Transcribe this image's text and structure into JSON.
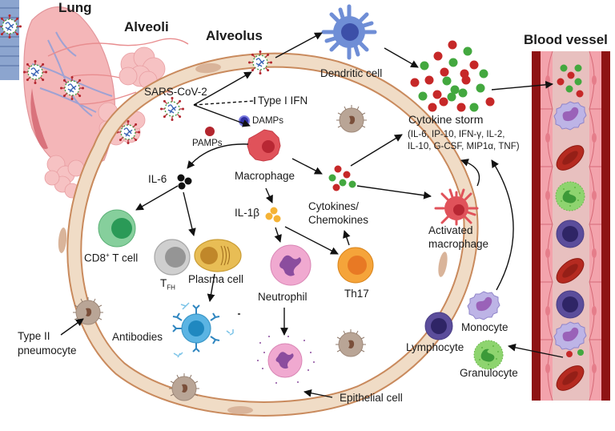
{
  "title_labels": {
    "lung": "Lung",
    "alveoli": "Alveoli",
    "alveolus": "Alveolus",
    "blood_vessel": "Blood vessel"
  },
  "labels": {
    "sars_cov_2": "SARS-CoV-2",
    "type_i_ifn": "Type I IFN",
    "damps": "DAMPs",
    "pamps": "PAMPs",
    "macrophage": "Macrophage",
    "il6": "IL-6",
    "il1b": "IL-1β",
    "cytokines_line1": "Cytokines/",
    "cytokines_line2": "Chemokines",
    "dendritic_cell": "Dendritic cell",
    "cytokine_storm": "Cytokine storm",
    "cytokine_list_line1": "(IL-6, IP-10, IFN-γ, IL-2,",
    "cytokine_list_line2": "IL-10, G-CSF, MIP1α, TNF)",
    "activated_macrophage_line1": "Activated",
    "activated_macrophage_line2": "macrophage",
    "cd8_prefix": "CD8",
    "cd8_sup": "+",
    "cd8_suffix": " T cell",
    "tfh_main": "T",
    "tfh_sub": "FH",
    "plasma_cell": "Plasma cell",
    "neutrophil": "Neutrophil",
    "th17": "Th17",
    "antibodies": "Antibodies",
    "type2_line1": "Type II",
    "type2_line2": "pneumocyte",
    "epithelial_cell": "Epithelial cell",
    "monocyte": "Monocyte",
    "lymphocyte": "Lymphocyte",
    "granulocyte": "Granulocyte"
  },
  "colors": {
    "membrane_fill": "#f0dcc6",
    "membrane_stroke": "#c98a5d",
    "nucleus_tan": "#d9b49a",
    "lung_pink": "#f4b6b8",
    "vessel_dark": "#8e1414",
    "vessel_wall": "#f3a3ac",
    "vessel_lumen": "#e8c0bf",
    "cytokine_red": "#c62828",
    "cytokine_green": "#43a83f",
    "macrophage_red": "#e0525a",
    "dendritic_blue": "#6f8ed6",
    "cd8_green": "#86cf9c",
    "tfh_gray": "#cfcfcf",
    "plasma_yellow": "#e8bd55",
    "neutrophil_pink": "#f0a9d0",
    "th17_orange": "#f5a43a",
    "antibody_blue": "#5bb4e3",
    "monocyte_lavender": "#b9b1e3",
    "lymphocyte_purple": "#5b4d9b",
    "granulocyte_green": "#8ed46f",
    "rbc_red": "#b52a20",
    "il6_black": "#111111",
    "il1b_orange": "#f5b335",
    "arrow": "#111111"
  }
}
